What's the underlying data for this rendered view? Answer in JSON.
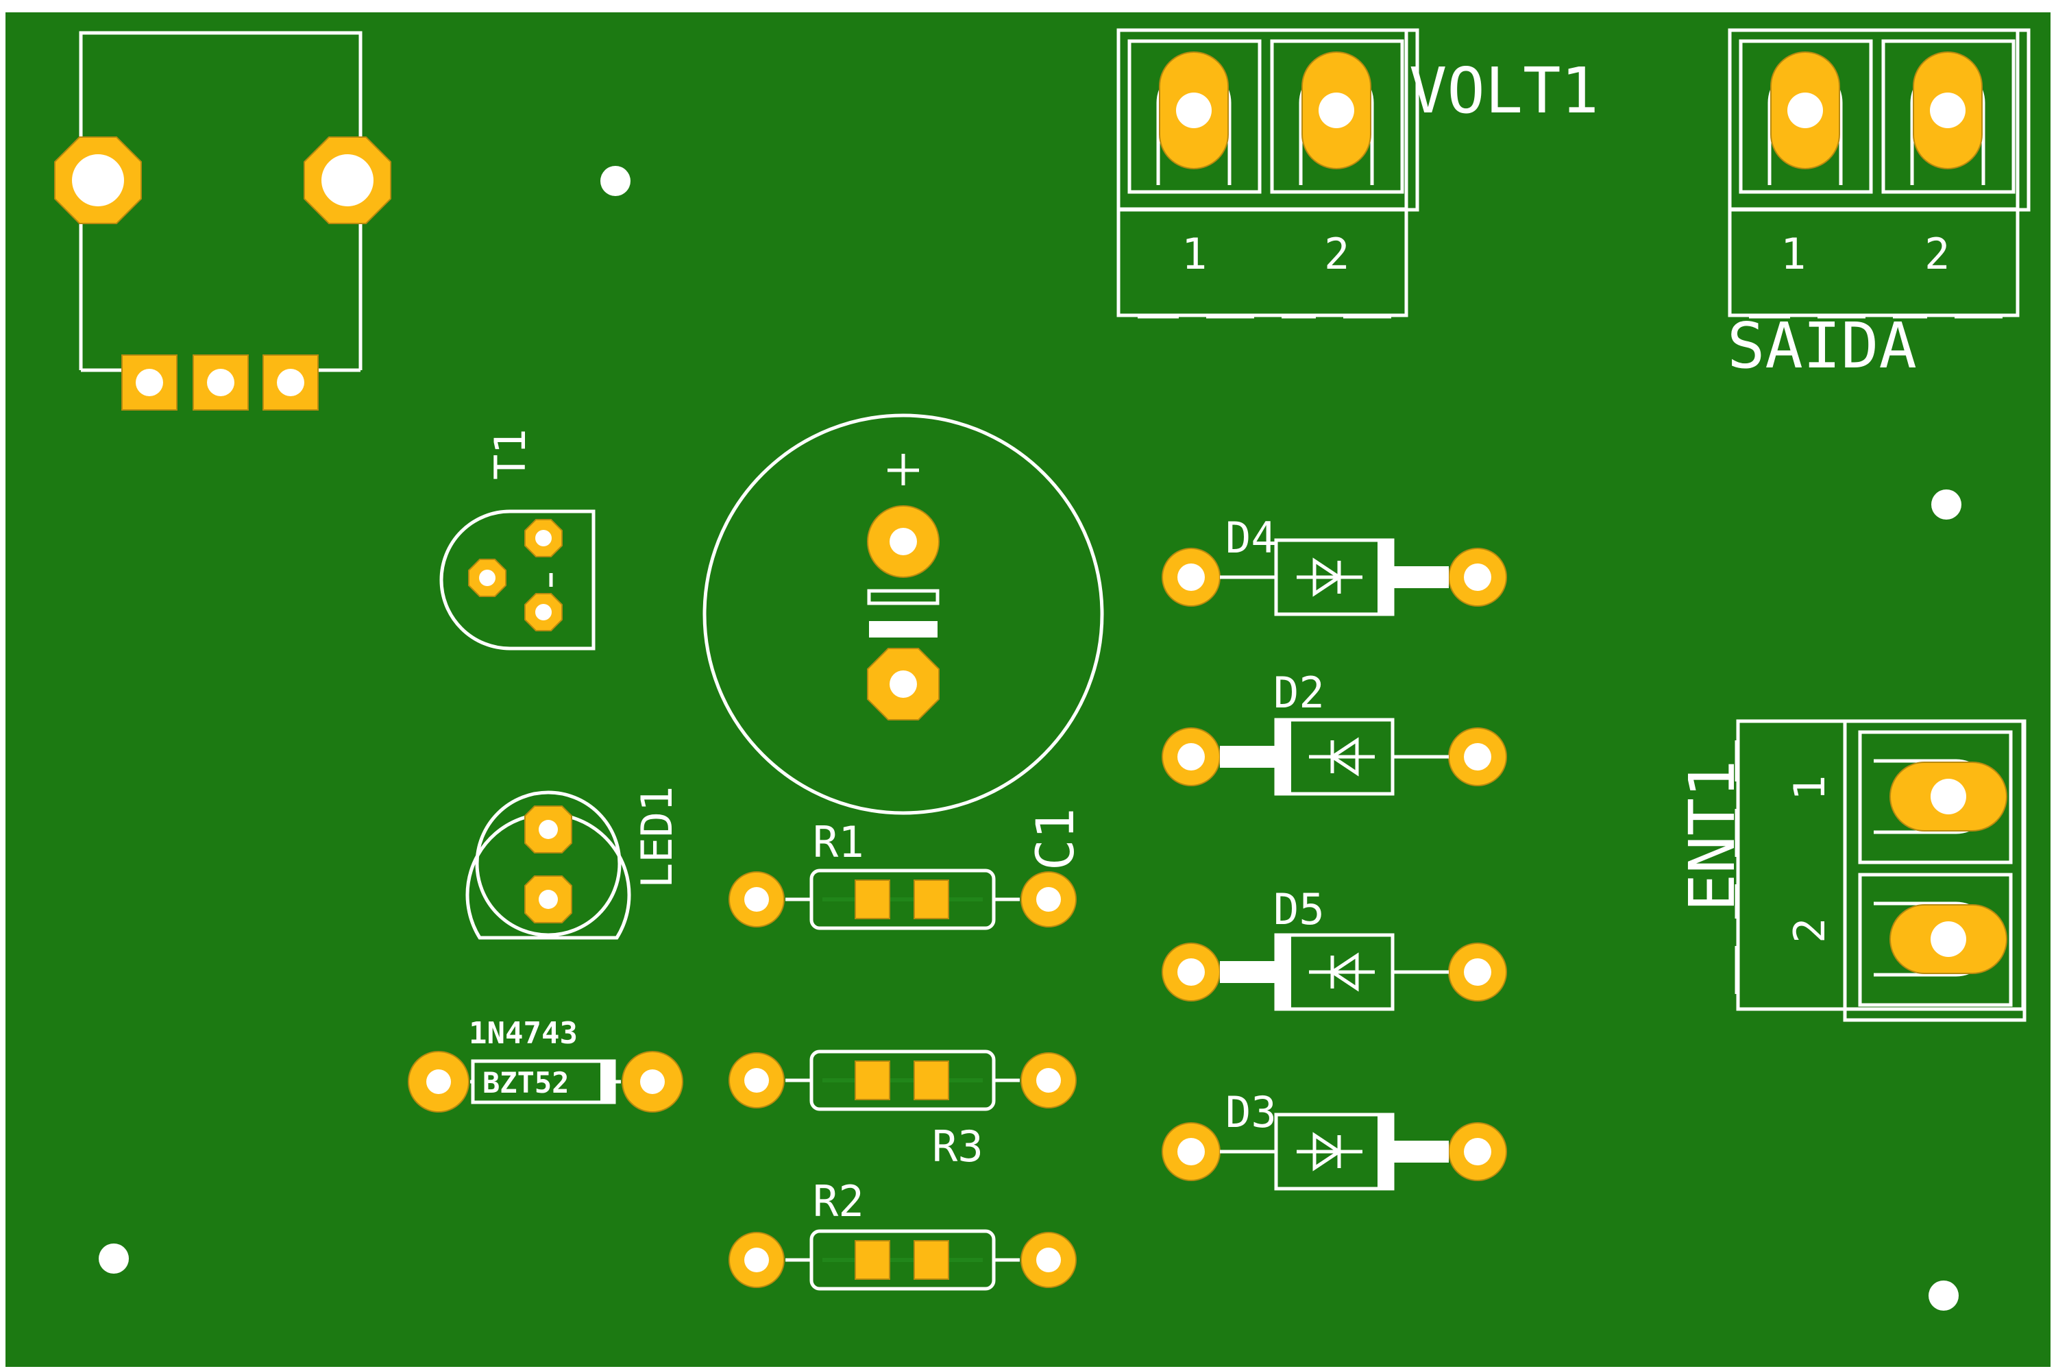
{
  "board": {
    "colors": {
      "mask": "#1C7A12",
      "pad": "#FDB913",
      "silk": "#FFFFFF",
      "hole": "#FFFFFF",
      "edge": "#FFFFFF"
    }
  },
  "labels": {
    "volt1": "VOLT1",
    "saida": "SAIDA",
    "ent1": "ENT1",
    "t1": "T1",
    "c1": "C1",
    "led1": "LED1",
    "r1": "R1",
    "r2": "R2",
    "r3": "R3",
    "d2": "D2",
    "d3": "D3",
    "d4": "D4",
    "d5": "D5",
    "zener_part": "1N4743",
    "zener_body": "BZT52",
    "cap_plus": "+",
    "pin1": "1",
    "pin2": "2"
  }
}
